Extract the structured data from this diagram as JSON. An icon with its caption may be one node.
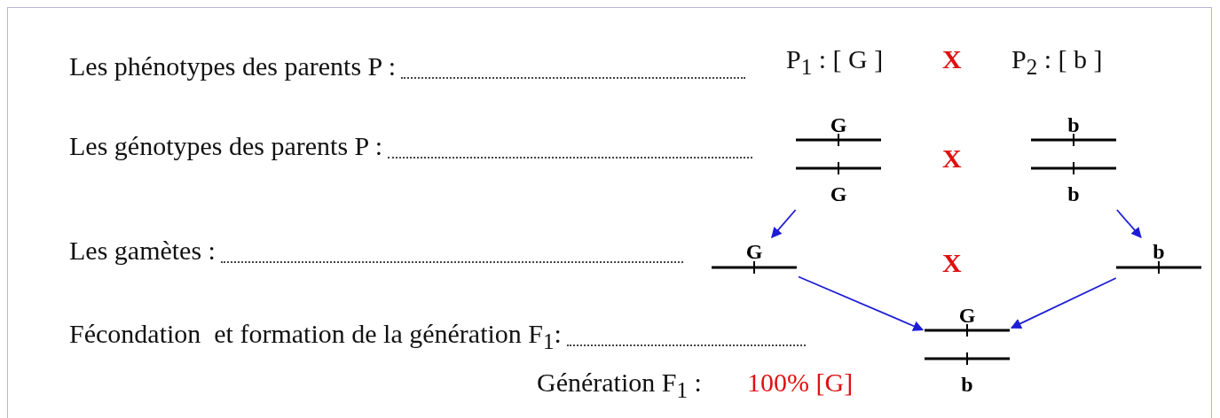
{
  "diagram": {
    "nodes": [
      {
        "text": [
          "G",
          "G"
        ]
      },
      {
        "text": [
          "b",
          "b"
        ]
      },
      {
        "text": [
          "G"
        ]
      },
      {
        "text": [
          "b"
        ]
      },
      {
        "text": [
          "G",
          "b"
        ]
      }
    ],
    "edges": [
      {
        "from": 0,
        "to": 2,
        "arrow": "to"
      },
      {
        "from": 1,
        "to": 3,
        "arrow": "to"
      },
      {
        "from": 2,
        "to": 4,
        "arrow": "to"
      },
      {
        "from": 3,
        "to": 4,
        "arrow": "to"
      }
    ],
    "labels": [
      "Les phénotypes des parents P :",
      "P$_{1}$ : [ G ]",
      "X",
      "P$_{2}$ : [ b ]",
      "Les génotypes des parents P :",
      "X",
      "Les gamètes :",
      "X",
      "Fécondation  et formation de la génération F$_{1}$:",
      "Génération F$_{1}$ :",
      "100% [G]"
    ]
  }
}
